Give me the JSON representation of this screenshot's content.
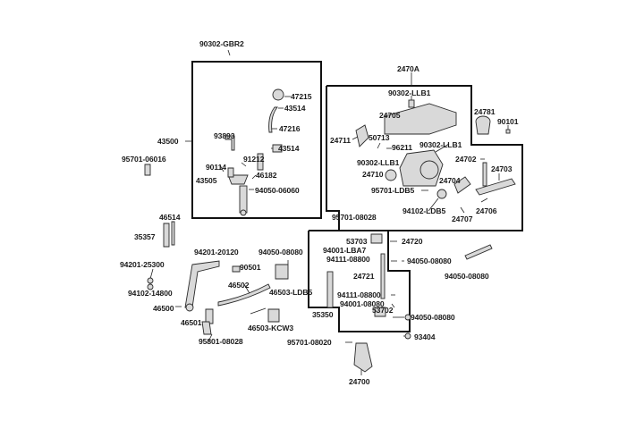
{
  "labels": {
    "l_90302_gbr2": "90302-GBR2",
    "l_43500": "43500",
    "l_47215": "47215",
    "l_43514a": "43514",
    "l_47216": "47216",
    "l_93893": "93893",
    "l_43514b": "43514",
    "l_91212": "91212",
    "l_90114": "90114",
    "l_46182": "46182",
    "l_43505": "43505",
    "l_94050_06060": "94050-06060",
    "l_95701_06016": "95701-06016",
    "l_2470a": "2470A",
    "l_90302_llb1a": "90302-LLB1",
    "l_24705": "24705",
    "l_24781": "24781",
    "l_90101": "90101",
    "l_24711": "24711",
    "l_50713": "50713",
    "l_96211": "96211",
    "l_90302_llb1b": "90302-LLB1",
    "l_90302_llb1c": "90302-LLB1",
    "l_24702": "24702",
    "l_24710": "24710",
    "l_24703": "24703",
    "l_24704": "24704",
    "l_95701_ldb5": "95701-LDB5",
    "l_94102_ldb5": "94102-LDB5",
    "l_24706": "24706",
    "l_24707": "24707",
    "l_46514": "46514",
    "l_95701_08028": "95701-08028",
    "l_35357": "35357",
    "l_24720": "24720",
    "l_53703": "53703",
    "l_94001_lba7": "94001-LBA7",
    "l_94201_20120": "94201-20120",
    "l_94050_08080a": "94050-08080",
    "l_94111_08800a": "94111-08800",
    "l_94050_08080b": "94050-08080",
    "l_94201_25300": "94201-25300",
    "l_90501": "90501",
    "l_94050_08080c": "94050-08080",
    "l_24721": "24721",
    "l_94102_14800": "94102-14800",
    "l_46502": "46502",
    "l_46503_ldb5": "46503-LDB5",
    "l_94111_08800b": "94111-08800",
    "l_94001_08080": "94001-08080",
    "l_46500": "46500",
    "l_35350": "35350",
    "l_53702": "53702",
    "l_94050_08080d": "94050-08080",
    "l_46501": "46501",
    "l_46503_kcw3": "46503-KCW3",
    "l_93404": "93404",
    "l_95801_08028": "95801-08028",
    "l_95701_08020": "95701-08020",
    "l_24700": "24700"
  }
}
